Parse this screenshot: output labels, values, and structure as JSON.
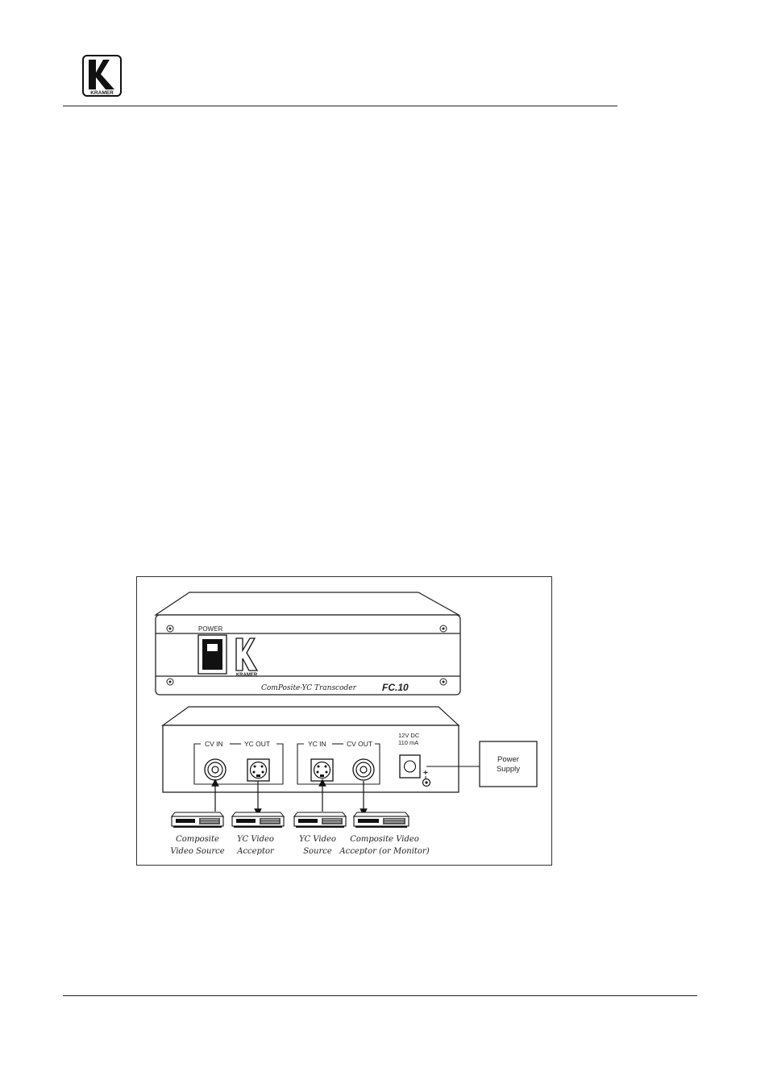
{
  "header": {
    "logo_text": "KRAMER"
  },
  "figure": {
    "front_panel": {
      "power_label": "POWER",
      "logo_text": "KRAMER",
      "product_description": "ComPosite-YC Transcoder",
      "model": "FC.10"
    },
    "rear_panel": {
      "input_group_1": {
        "cv_in": "CV IN",
        "yc_out": "YC OUT"
      },
      "input_group_2": {
        "yc_in": "YC IN",
        "cv_out": "CV OUT"
      },
      "power_rating_line1": "12V DC",
      "power_rating_line2": "110 mA",
      "polarity_symbol": "+"
    },
    "power_supply": {
      "line1": "Power",
      "line2": "Supply"
    },
    "devices": [
      {
        "line1": "Composite",
        "line2": "Video Source"
      },
      {
        "line1": "YC Video",
        "line2": "Acceptor"
      },
      {
        "line1": "YC Video",
        "line2": "Source"
      },
      {
        "line1": "Composite Video",
        "line2": "Acceptor (or Monitor)"
      }
    ]
  }
}
